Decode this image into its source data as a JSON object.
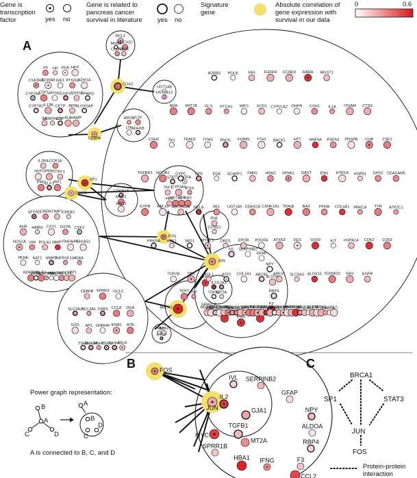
{
  "legend": {
    "tf_title_lines": [
      "Gene is",
      "transcription",
      "factor"
    ],
    "tf_yes": "yes",
    "tf_no": "no",
    "lit_title_lines": [
      "Gene is related to",
      "pancreas cancer",
      "survival in literature"
    ],
    "lit_yes": "yes",
    "lit_no": "no",
    "sig_title_lines": [
      "Signature",
      "gene"
    ],
    "corr_title_lines": [
      "Absolute correlation of",
      "gene expression with",
      "survival in our data"
    ],
    "corr_min": "0",
    "corr_max": "0.6",
    "colors": {
      "low": "#ffffff",
      "high": "#d7191c",
      "signature_halo": "#f3df6c"
    }
  },
  "panel_labels": {
    "a": "A",
    "b": "B",
    "c": "C"
  },
  "power_graph": {
    "title": "Power graph representation:",
    "node_a": "A",
    "node_b": "B",
    "node_c": "C",
    "node_d": "D",
    "caption": "A is connected to B, C, and D"
  },
  "panel_a": {
    "hubs": [
      "COX2",
      "CEBPA",
      "SP1",
      "STAT3",
      "FOS",
      "JUN",
      "BRCA1"
    ],
    "cluster_top_left": [
      "F8",
      "HP",
      "FGA",
      "HPX",
      "CSF2RA",
      "S100A8",
      "GIF1",
      "PTGS2",
      "ADH1A",
      "CYP2A6",
      "CSF1",
      "APOA2",
      "USF1",
      "ADH1C",
      "PPARG",
      "CYP7A1",
      "IL12B",
      "CETP",
      "AFP",
      "ALOXSAP",
      "IL6",
      "SERPINC1",
      "CRP",
      "ALB",
      "HAMP"
    ],
    "cluster_cox2": [
      "BCL2",
      "MUC2",
      "GUCY2C",
      "CLDN2",
      "RAGE"
    ],
    "cluster_ugt": [
      "UGT1A8",
      "UGT1A10"
    ],
    "cluster_cebpa": [
      "APOB",
      "IL10",
      "LTF",
      "ADH1B"
    ],
    "cluster_sp1": [
      "IL2RA",
      "CCR1A",
      "HGF",
      "DPRM1",
      "TFF1",
      "PIM1",
      "ELF1",
      "IRF1"
    ],
    "cluster_cdkn": [
      "CDKN1A",
      "MUC1",
      "HBG1"
    ],
    "cluster_left": [
      "SFTPD",
      "CREM",
      "TIMP1",
      "CREB1",
      "AHR",
      "HMBS",
      "CXY1",
      "DXTR",
      "CSF2",
      "NOS2A",
      "VIM",
      "POLA1",
      "MMP7",
      "TNFAIP6",
      "TBXAS1",
      "PENK",
      "NAT1",
      "MMP3",
      "TNFRSF10A",
      "GBA",
      "BDKRB1",
      "EDN1",
      "PLAU",
      "SERPINA3",
      "PRL",
      "HMGA1",
      "PRF1",
      "CCL4",
      "SPP1"
    ],
    "cluster_stat1": [
      "STAT1",
      "VEGFA",
      "TFF1",
      "CYP3A4",
      "IFI16",
      "HBS",
      "KRT18",
      "IOR",
      "BAX"
    ],
    "cluster_fn1": [
      "FN1",
      "CCND1"
    ],
    "cluster_bottom_left": [
      "CEBPB",
      "SPRR3",
      "GCLC",
      "SLC3A2",
      "BCL2A1",
      "CDB3",
      "CCL8",
      "DGA",
      "GSS",
      "AP1",
      "GNRHR",
      "IFNB1",
      "ATR",
      "TSHB",
      "SMAD4",
      "MSH2",
      "TGM1",
      "NPPA",
      "SELE"
    ],
    "cluster_brca_small": [
      "PPA2",
      "BPA1",
      "CTCF"
    ],
    "cluster_tert": [
      "TERT",
      "TNF"
    ],
    "cluster_jun": [
      "IVL",
      "SERPINB2",
      "GFAP",
      "IL2",
      "GJA1",
      "NPY",
      "TGFB1",
      "ALDOA",
      "MT2A",
      "RBP4",
      "SPRR1B",
      "HBA1",
      "F3",
      "CCL2",
      "IFNG"
    ],
    "cluster_big": [
      "ADRB3",
      "POLB",
      "FAS",
      "FGFR4",
      "CCND3",
      "RARA",
      "MGST1",
      "ADA",
      "KRT18",
      "GLI1",
      "PTCH1",
      "MPO",
      "SOD1",
      "CYP21A2",
      "DHFR",
      "CSH1",
      "IL1A",
      "ITGAM",
      "CTSD",
      "CSH2",
      "TK1",
      "TEAD1",
      "TYMS",
      "PNOC",
      "FURIN",
      "TTH1",
      "BACE1",
      "HTT",
      "HNF4A",
      "PSEN1",
      "PDGFB",
      "CGB",
      "CSF1",
      "TGFBR1",
      "NCOR1",
      "GYPC",
      "GP6",
      "EDA",
      "SCARF1",
      "FMR1",
      "HRAS",
      "SPHK1",
      "GAST",
      "ENG",
      "HTR1A",
      "HSPB1",
      "GPD2",
      "CEACAM5",
      "GYPB",
      "RPL10",
      "ADORA2A",
      "RELA",
      "REL",
      "UGT1A9",
      "CDKN1B",
      "CSNK1A1",
      "TRA@",
      "BAX",
      "PFKM",
      "COL4A1",
      "PRKCA",
      "TYR",
      "ATP2C1",
      "PRKRA",
      "HBE1",
      "MID1",
      "MYBL1",
      "DRD1",
      "EPOR",
      "PDGFA",
      "ATXN3",
      "FES",
      "SOX9",
      "KIT",
      "HSPA1A",
      "CDK2",
      "CD53",
      "TOP2B",
      "TPI1",
      "NOL1",
      "ATF2",
      "COL1A1",
      "ABCB1",
      "APEX1",
      "SLC5A3",
      "ALOX15",
      "S100A10",
      "GH1",
      "EGFR",
      "NDRG1",
      "HBZ",
      "FASLG",
      "SFTPA2B",
      "ERVWE1",
      "DFFB",
      "GOAT1",
      "B4GALT5",
      "CASP8",
      "MX1",
      "ASS1",
      "PTHLH",
      "KIRDDL1",
      "TGM3",
      "PTHR1",
      "COL4A2",
      "APOE",
      "CCND2",
      "TXNIP",
      "IRF4",
      "TARBP2",
      "ITGA2",
      "SPN",
      "PTTG1",
      "CAV1",
      "SOD2",
      "TAF7",
      "SOX3",
      "MAZ",
      "TGFA",
      "CLC"
    ]
  },
  "panel_b": {
    "hubs": [
      "FOS",
      "JUN"
    ],
    "ring_genes": [
      "IVL",
      "SERPINB2",
      "GFAP",
      "NPY",
      "ALDOA",
      "RBP4",
      "F3",
      "CCL2",
      "IFNG",
      "HBA1",
      "SPRR1B",
      "MYC"
    ],
    "inner_genes": [
      "IL2",
      "GJA1",
      "TGFB1",
      "MT2A"
    ]
  },
  "panel_c": {
    "nodes": [
      "BRCA1",
      "SP1",
      "STAT3",
      "JUN",
      "FOS"
    ],
    "legend_label": "Protein-protein\ninteraction",
    "legend_line1": "Protein-protein",
    "legend_line2": "interaction"
  }
}
